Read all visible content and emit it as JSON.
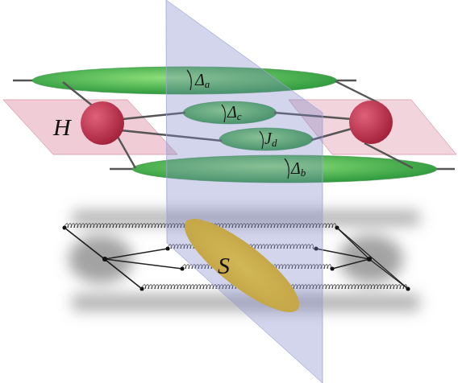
{
  "diagram": {
    "nodes": [
      {
        "text": [
          "Δa"
        ]
      },
      {
        "text": [
          "H"
        ]
      },
      {
        "text": [
          "Δc"
        ]
      },
      {
        "text": [
          "Jd"
        ]
      },
      {
        "text": [
          "Δb"
        ]
      },
      {
        "text": [
          "S"
        ]
      }
    ]
  }
}
